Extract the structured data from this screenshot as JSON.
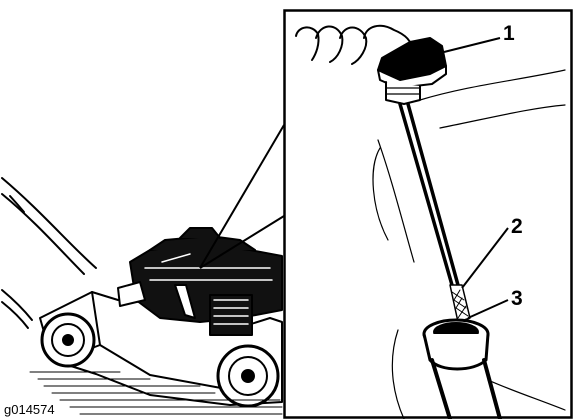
{
  "figure": {
    "id_label": "g014574",
    "callouts": [
      {
        "number": "1",
        "part": "dipstick-cap"
      },
      {
        "number": "2",
        "part": "dipstick"
      },
      {
        "number": "3",
        "part": "oil-fill-tube"
      }
    ]
  },
  "colors": {
    "ink": "#000000",
    "paper": "#ffffff"
  }
}
